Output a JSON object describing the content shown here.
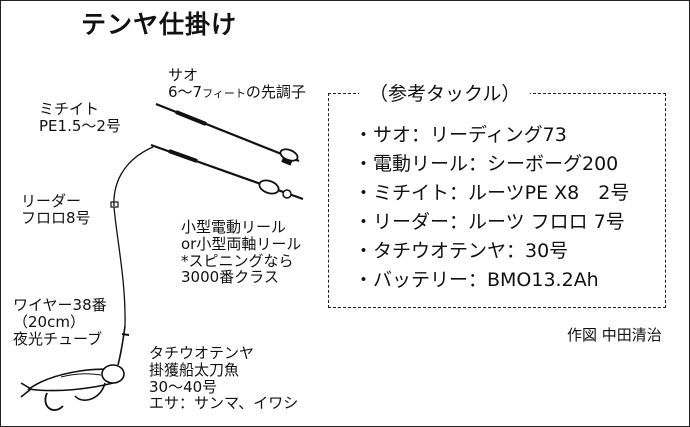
{
  "title": "テンヤ仕掛け",
  "labels": {
    "rod_line1": "サオ",
    "rod_line2_a": "6〜7",
    "rod_line2_unit": "フィート",
    "rod_line2_b": "の先調子",
    "mainline_line1": "ミチイト",
    "mainline_line2": "PE1.5〜2号",
    "leader_line1": "リーダー",
    "leader_line2": "フロロ8号",
    "reel_line1": "小型電動リール",
    "reel_line2": "or小型両軸リール",
    "reel_line3": "*スピニングなら",
    "reel_line4": "3000番クラス",
    "wire_line1": "ワイヤー38番",
    "wire_line2": "（20cm）",
    "wire_line3": "夜光チューブ",
    "tenya_line1": "タチウオテンヤ",
    "tenya_line2": "掛獲船太刀魚",
    "tenya_line3": "30〜40号",
    "tenya_line4": "エサ：サンマ、イワシ"
  },
  "reference": {
    "heading": "（参考タックル）",
    "items": [
      "・サオ：リーディング73",
      "・電動リール：シーボーグ200",
      "・ミチイト：ルーツPE X8　2号",
      "・リーダー：ルーツ フロロ 7号",
      "・タチウオテンヤ：30号",
      "・バッテリー：BMO13.2Ah"
    ]
  },
  "credit": "作図 中田清治"
}
